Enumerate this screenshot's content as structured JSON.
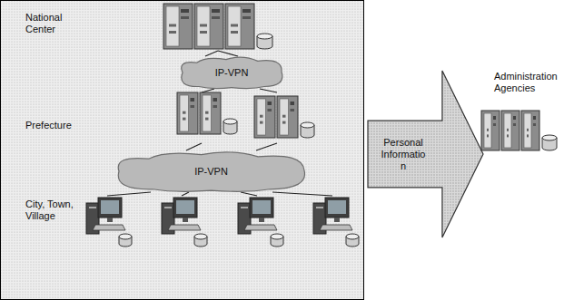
{
  "diagram": {
    "nodes": [
      {
        "text": [
          "National Center"
        ]
      },
      {
        "text": [
          "IP-VPN"
        ]
      },
      {
        "text": [
          "Prefecture"
        ]
      },
      {
        "text": [
          "IP-VPN"
        ]
      },
      {
        "text": [
          "City, Town, Village"
        ]
      },
      {
        "text": [
          "Personal Informatio n"
        ]
      },
      {
        "text": [
          "Administration Agencies"
        ]
      }
    ],
    "edges": [
      {
        "from": 0,
        "to": 1,
        "arrow": "none"
      },
      {
        "from": 1,
        "to": 2,
        "arrow": "none"
      },
      {
        "from": 2,
        "to": 3,
        "arrow": "none"
      },
      {
        "from": 3,
        "to": 4,
        "arrow": "none"
      }
    ]
  }
}
